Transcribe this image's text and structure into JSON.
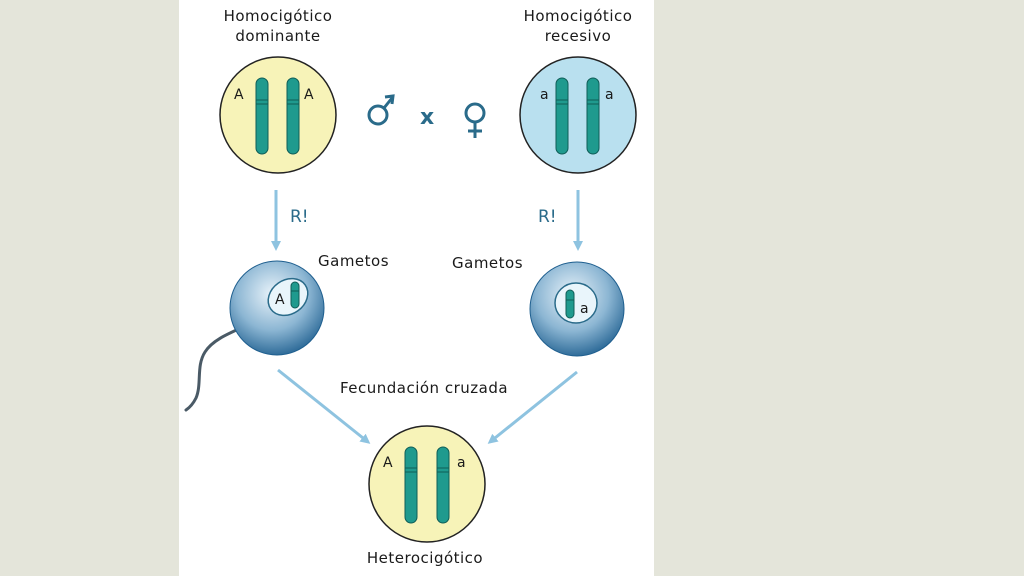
{
  "labels": {
    "top_left_line1": "Homocigótico",
    "top_left_line2": "dominante",
    "top_right_line1": "Homocigótico",
    "top_right_line2": "recesivo",
    "gametos_left": "Gametos",
    "gametos_right": "Gametos",
    "fecundacion": "Fecundación cruzada",
    "bottom": "Heterocigótico",
    "r_left": "R!",
    "r_right": "R!",
    "cross": "x"
  },
  "alleles": {
    "dominant_left": "A",
    "dominant_right": "A",
    "recessive_left": "a",
    "recessive_right": "a",
    "gamete_dominant": "A",
    "gamete_recessive": "a",
    "hetero_left": "A",
    "hetero_right": "a"
  },
  "colors": {
    "background": "#e4e5da",
    "panel": "#ffffff",
    "dominant_cell": "#f7f3b8",
    "recessive_cell": "#b9e0ef",
    "chromosome": "#1f9a8e",
    "arrow": "#8ec3e0",
    "symbol": "#2a6b8a"
  },
  "icons": {
    "male": "male-symbol-icon",
    "female": "female-symbol-icon"
  }
}
